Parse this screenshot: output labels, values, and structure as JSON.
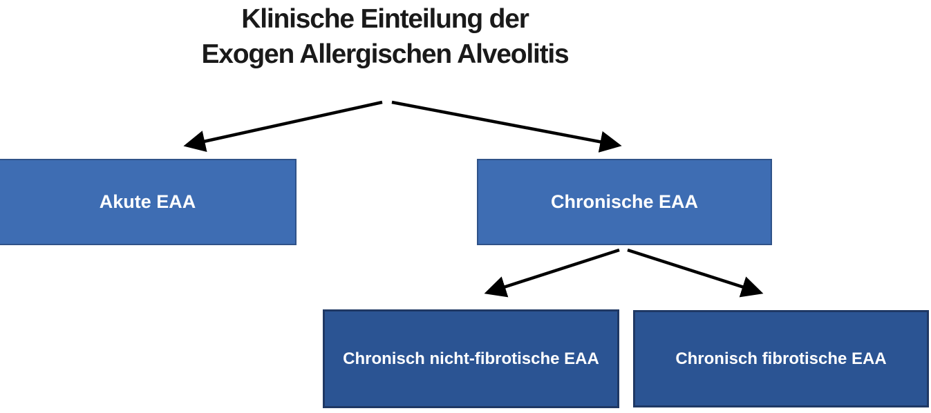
{
  "title": {
    "line1": "Klinische Einteilung der",
    "line2": "Exogen Allergischen Alveolitis"
  },
  "diagram": {
    "type": "hierarchy-flowchart",
    "nodes": [
      {
        "id": "akute-eaa",
        "label": "Akute EAA",
        "level": 1
      },
      {
        "id": "chronische-eaa",
        "label": "Chronische EAA",
        "level": 1
      },
      {
        "id": "chronisch-nicht-fibrotische-eaa",
        "label": "Chronisch nicht-fibrotische EAA",
        "level": 2,
        "parent": "chronische-eaa"
      },
      {
        "id": "chronisch-fibrotische-eaa",
        "label": "Chronisch fibrotische EAA",
        "level": 2,
        "parent": "chronische-eaa"
      }
    ],
    "edges": [
      {
        "from": "title",
        "to": "akute-eaa"
      },
      {
        "from": "title",
        "to": "chronische-eaa"
      },
      {
        "from": "chronische-eaa",
        "to": "chronisch-nicht-fibrotische-eaa"
      },
      {
        "from": "chronische-eaa",
        "to": "chronisch-fibrotische-eaa"
      }
    ]
  },
  "colors": {
    "background": "#FFFFFF",
    "title_text": "#1A1A1A",
    "level1_fill": "#3E6DB3",
    "level1_border": "#2F5288",
    "level2_fill": "#2B5493",
    "level2_border": "#1F3864",
    "box_text": "#FFFFFF",
    "arrow": "#000000"
  }
}
